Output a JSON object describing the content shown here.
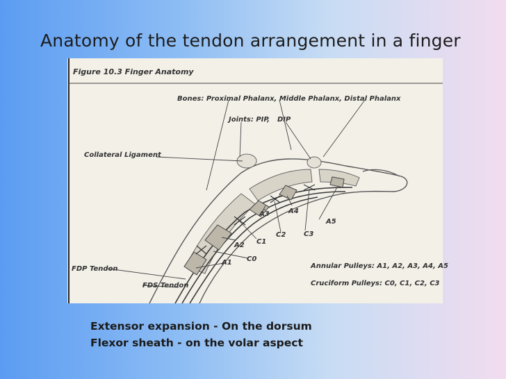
{
  "slide": {
    "title": "Anatomy of the tendon arrangement in a finger",
    "bullets": [
      "Extensor expansion - On the dorsum",
      "Flexor sheath - on the volar aspect"
    ]
  },
  "figure": {
    "caption": "Figure 10.3 Finger Anatomy",
    "labels": {
      "bones": "Bones: Proximal Phalanx, Middle Phalanx, Distal Phalanx",
      "joints": "Joints: PIP,",
      "dip": "DIP",
      "collateral": "Collateral Ligament",
      "a1": "A1",
      "a2": "A2",
      "a3": "A3",
      "a4": "A4",
      "a5": "A5",
      "c0": "C0",
      "c1": "C1",
      "c2": "C2",
      "c3": "C3",
      "fdp": "FDP Tendon",
      "fds": "FDS Tendon",
      "annular": "Annular Pulleys: A1, A2, A3, A4, A5",
      "cruciform": "Cruciform Pulleys: C0, C1, C2, C3"
    }
  }
}
